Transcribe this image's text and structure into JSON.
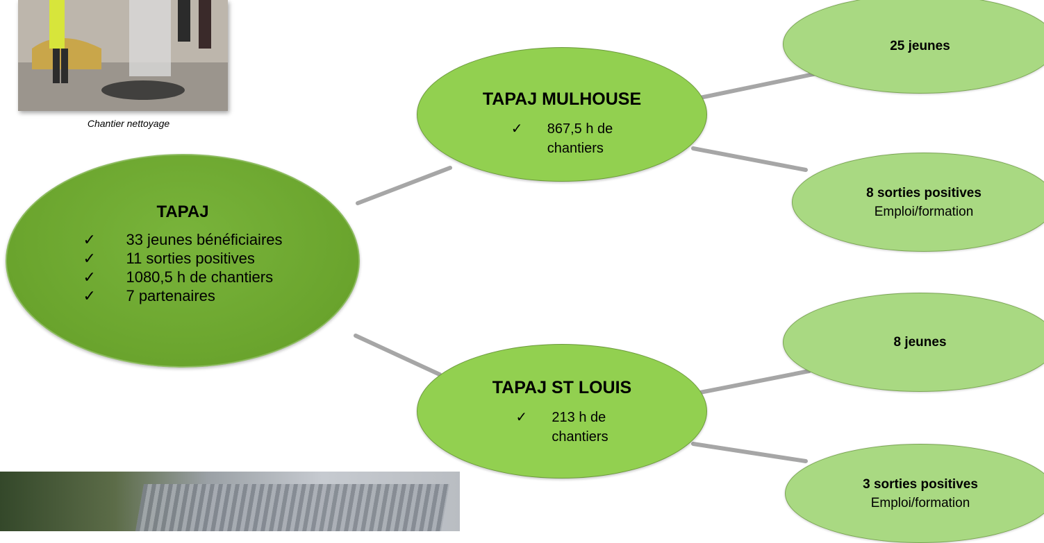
{
  "main": {
    "title": "TAPAJ",
    "items": [
      "33 jeunes bénéficiaires",
      "11 sorties positives",
      "1080,5 h de chantiers",
      "7 partenaires"
    ]
  },
  "mulhouse": {
    "title": "TAPAJ MULHOUSE",
    "item": "867,5 h de",
    "item2": "chantiers"
  },
  "stlouis": {
    "title": "TAPAJ ST LOUIS",
    "item": "213 h de",
    "item2": "chantiers"
  },
  "leaves": {
    "mulhouse_jeunes": "25 jeunes",
    "mulhouse_sorties": "8 sorties positives",
    "mulhouse_sorties_sub": "Emploi/formation",
    "stlouis_jeunes": "8 jeunes",
    "stlouis_sorties": "3 sorties positives",
    "stlouis_sorties_sub": "Emploi/formation"
  },
  "photo_caption": "Chantier nettoyage",
  "check_glyph": "✓",
  "colors": {
    "main_node": "#6aa42d",
    "mid_node": "#92d050",
    "leaf_node": "#a9d982",
    "connector": "#a6a6a6"
  }
}
